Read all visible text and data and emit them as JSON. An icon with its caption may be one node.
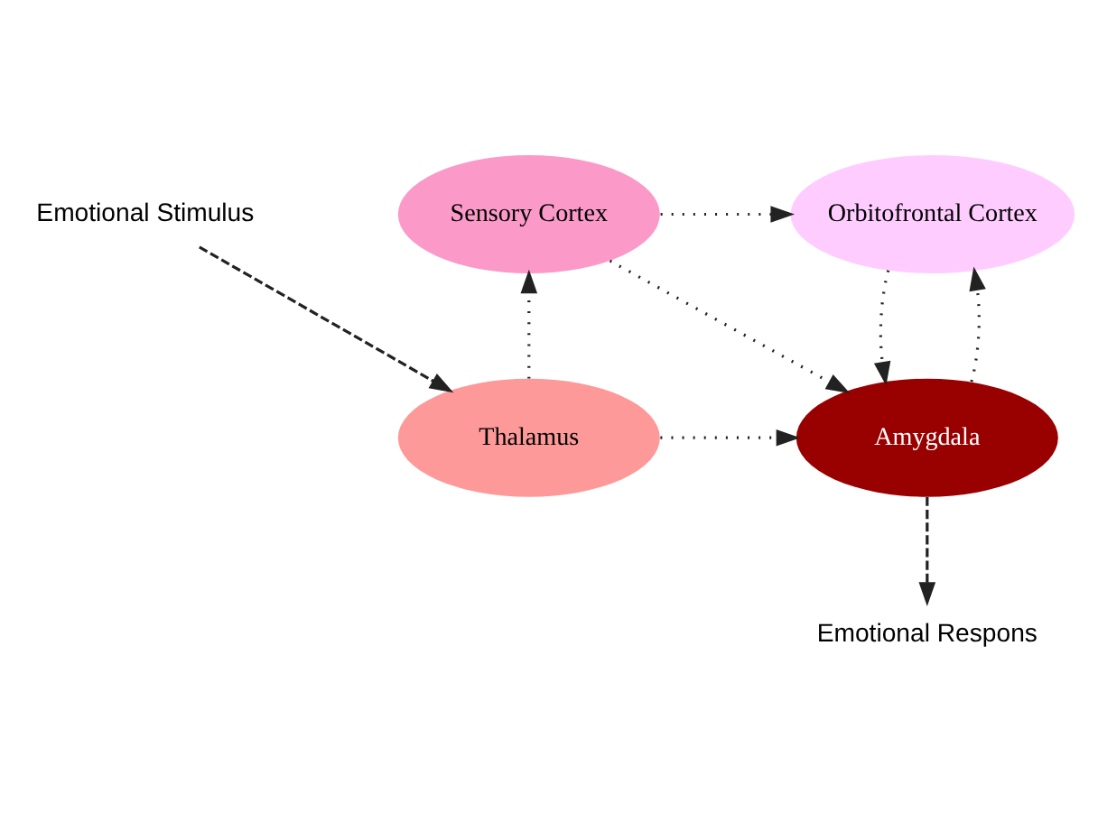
{
  "diagram": {
    "nodes": [
      {
        "text": [
          "Sensory Cortex"
        ]
      },
      {
        "text": [
          "Orbitofrontal Cortex"
        ]
      },
      {
        "text": [
          "Thalamus"
        ]
      },
      {
        "text": [
          "Amygdala"
        ]
      },
      {
        "text": [
          "Emotional Stimulus"
        ]
      },
      {
        "text": [
          "Emotional Respons"
        ]
      }
    ],
    "edges": [
      {
        "from": 2,
        "to": 0,
        "arrow": "to"
      },
      {
        "from": 0,
        "to": 1,
        "arrow": "to"
      },
      {
        "from": 0,
        "to": 3,
        "arrow": "to"
      },
      {
        "from": 2,
        "to": 3,
        "arrow": "to"
      },
      {
        "from": 1,
        "to": 3,
        "arrow": "to"
      },
      {
        "from": 3,
        "to": 1,
        "arrow": "to"
      },
      {
        "from": 4,
        "to": 2,
        "arrow": "to",
        "style": "dashed"
      },
      {
        "from": 3,
        "to": 5,
        "arrow": "to",
        "style": "dashed"
      }
    ]
  }
}
